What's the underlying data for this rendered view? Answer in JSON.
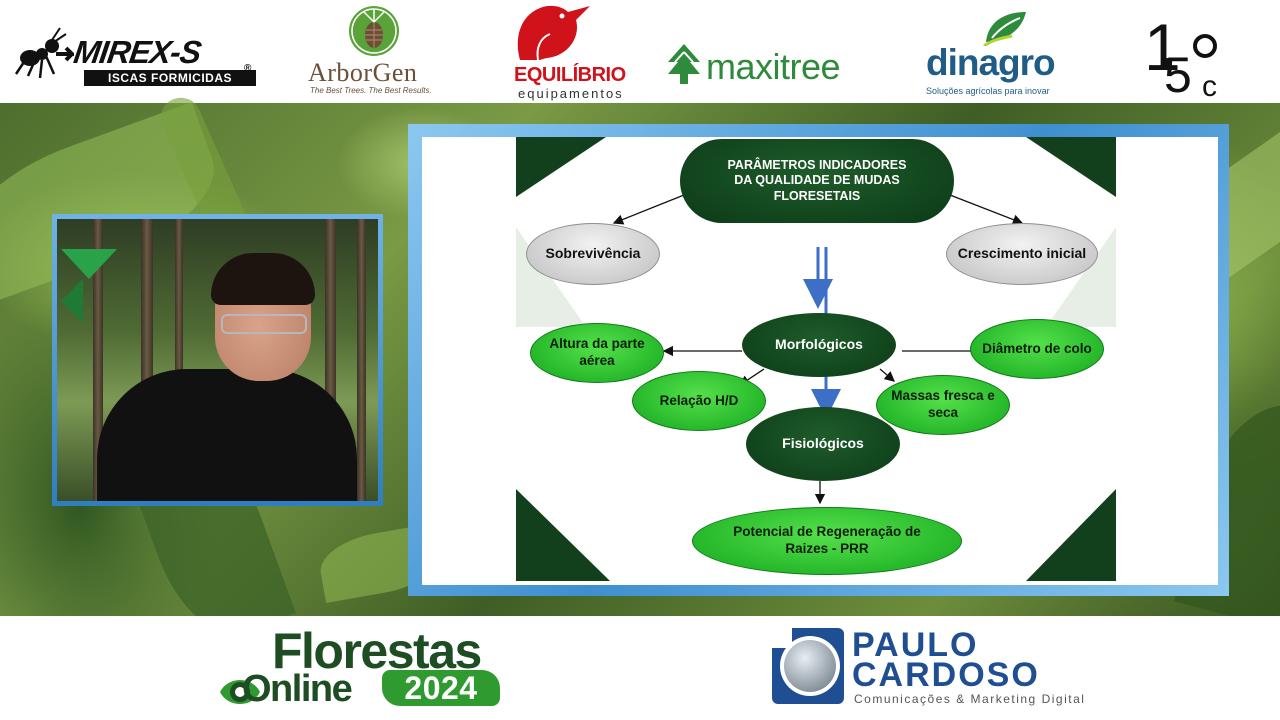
{
  "sponsors": {
    "mirex": {
      "name": "MIREX-S",
      "tagline": "ISCAS FORMICIDAS",
      "mark": "®"
    },
    "arborgen": {
      "name": "ArborGen",
      "tagline": "The Best Trees. The Best Results."
    },
    "equilibrio": {
      "name": "EQUILÍBRIO",
      "tagline": "equipamentos"
    },
    "maxitree": {
      "name": "maxitree"
    },
    "dinagro": {
      "name": "dinagro",
      "tagline": "Soluções agrícolas para inovar"
    },
    "fifteen_c": {
      "digit1": "1",
      "digit2": "5",
      "unit": "c"
    }
  },
  "slide": {
    "title_node": {
      "lines": [
        "PARÂMETROS INDICADORES",
        "DA QUALIDADE DE MUDAS",
        "FLORESETAIS"
      ]
    },
    "survival": "Sobrevivência",
    "initial_growth": "Crescimento inicial",
    "morphological": "Morfológicos",
    "shoot_height": {
      "lines": [
        "Altura da parte",
        "aérea"
      ]
    },
    "collar_diameter": "Diâmetro de colo",
    "hd_ratio": "Relação H/D",
    "masses": {
      "lines": [
        "Massas fresca e",
        "seca"
      ]
    },
    "physiological": "Fisiológicos",
    "rgp": {
      "lines": [
        "Potencial de Regeneração de",
        "Raizes - PRR"
      ]
    }
  },
  "event": {
    "name_line1": "Florestas",
    "name_line2": "Online",
    "year": "2024"
  },
  "producer": {
    "name_line1": "PAULO",
    "name_line2": "CARDOSO",
    "tagline": "Comunicações & Marketing Digital"
  },
  "colors": {
    "dark_green": "#0b3a17",
    "bright_green": "#13a81e",
    "arrow_blue": "#3d6fc6",
    "frame_blue": "#3f8fd0"
  }
}
